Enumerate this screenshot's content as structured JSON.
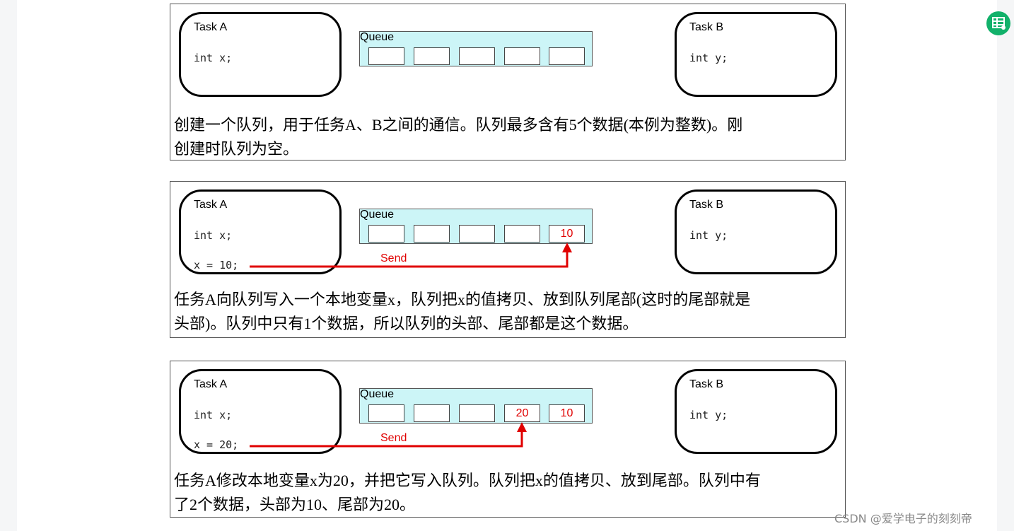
{
  "diagrams": [
    {
      "task_a": {
        "title": "Task A",
        "code": [
          "int x;"
        ]
      },
      "queue": {
        "label": "Queue",
        "slots": [
          "",
          "",
          "",
          "",
          ""
        ]
      },
      "task_b": {
        "title": "Task B",
        "code": [
          "int y;"
        ]
      },
      "send": null,
      "caption": [
        "创建一个队列，用于任务A、B之间的通信。队列最多含有5个数据(本例为整数)。刚",
        "创建时队列为空。"
      ]
    },
    {
      "task_a": {
        "title": "Task A",
        "code": [
          "int x;",
          "x = 10;"
        ]
      },
      "queue": {
        "label": "Queue",
        "slots": [
          "",
          "",
          "",
          "",
          "10"
        ]
      },
      "task_b": {
        "title": "Task B",
        "code": [
          "int y;"
        ]
      },
      "send": {
        "label": "Send"
      },
      "caption": [
        "任务A向队列写入一个本地变量x，队列把x的值拷贝、放到队列尾部(这时的尾部就是",
        "头部)。队列中只有1个数据，所以队列的头部、尾部都是这个数据。"
      ]
    },
    {
      "task_a": {
        "title": "Task A",
        "code": [
          "int x;",
          "x = 20;"
        ]
      },
      "queue": {
        "label": "Queue",
        "slots": [
          "",
          "",
          "",
          "20",
          "10"
        ]
      },
      "task_b": {
        "title": "Task B",
        "code": [
          "int y;"
        ]
      },
      "send": {
        "label": "Send"
      },
      "caption": [
        "任务A修改本地变量x为20，并把它写入队列。队列把x的值拷贝、放到尾部。队列中有",
        "了2个数据，头部为10、尾部为20。"
      ]
    }
  ],
  "watermark": "CSDN @爱学电子的刻刻帝",
  "icons": {
    "corner": "spreadsheet-icon"
  },
  "colors": {
    "queue_fill": "#ccf5f7",
    "send_red": "#e00000",
    "icon_green": "#12b16a"
  }
}
